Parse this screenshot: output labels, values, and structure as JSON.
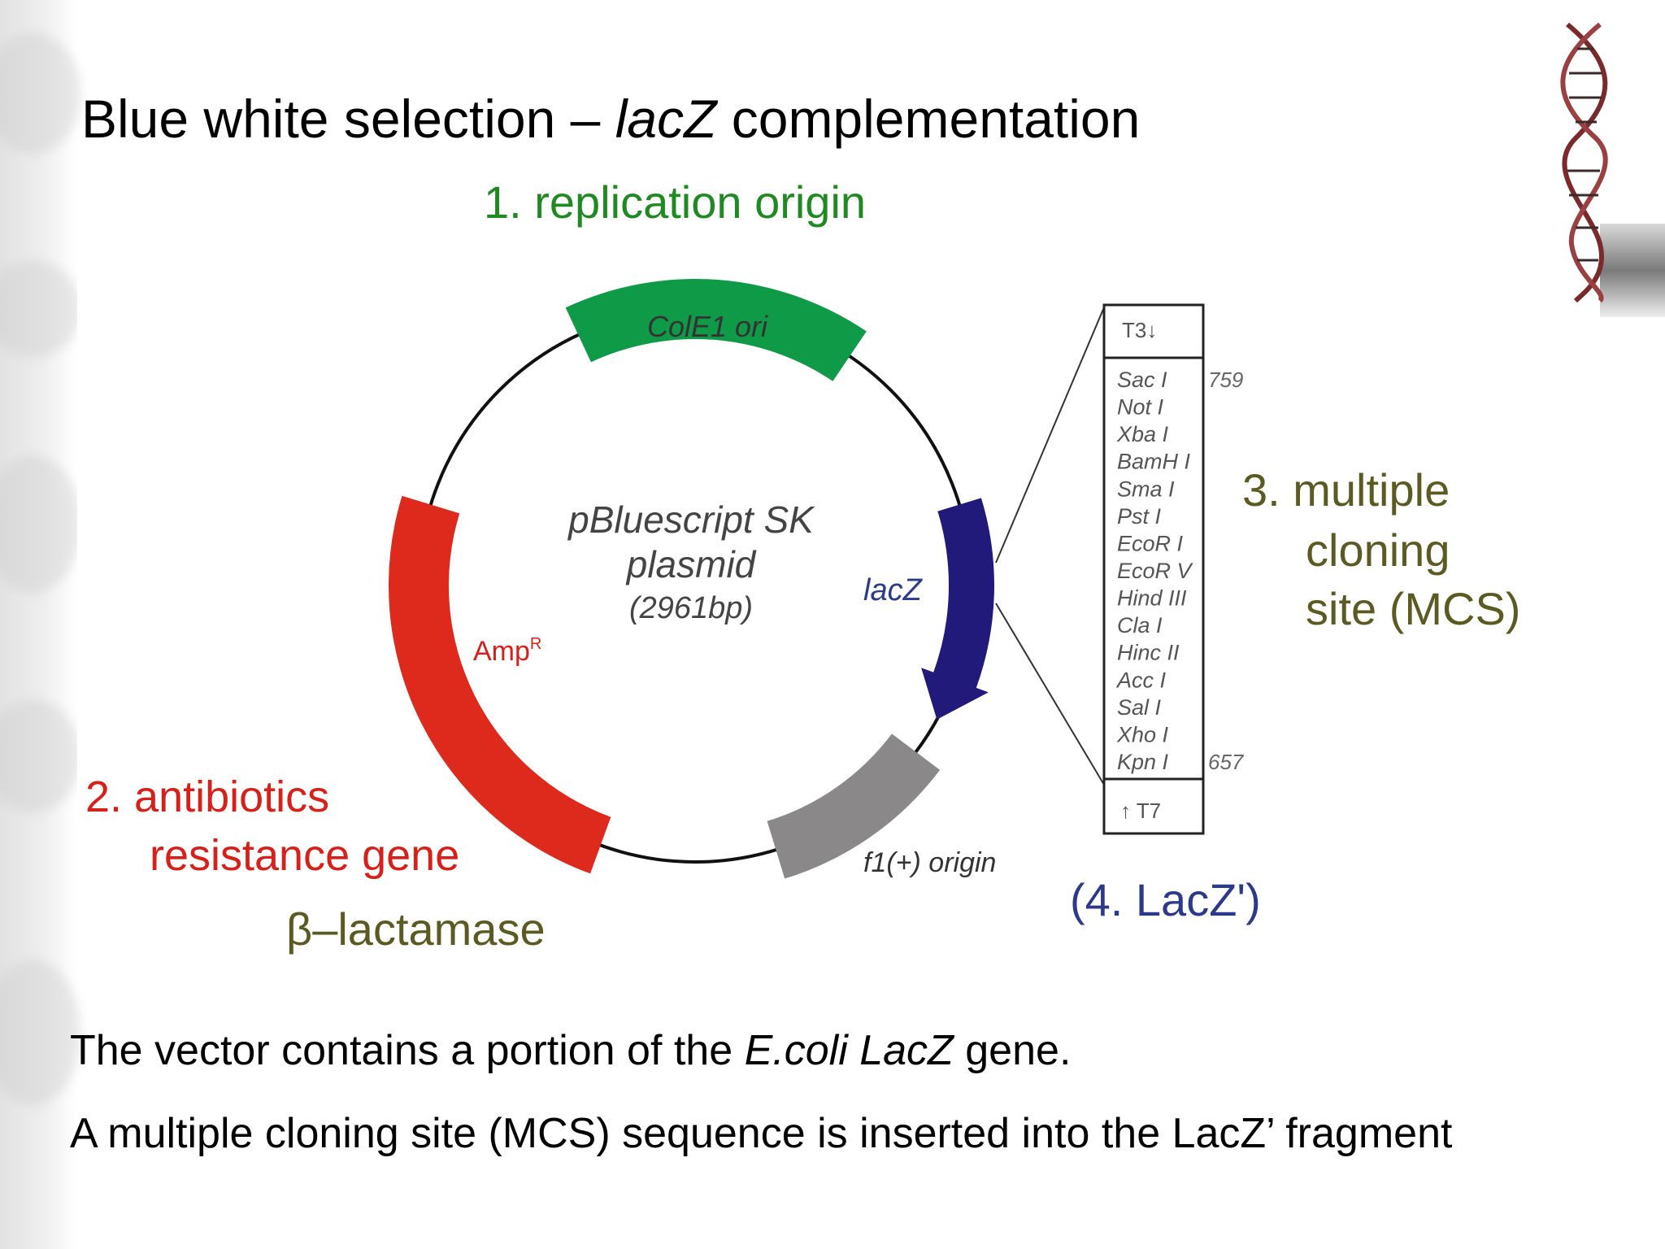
{
  "slide": {
    "title_prefix": "Blue white selection – ",
    "title_italic": "lacZ",
    "title_suffix": " complementation"
  },
  "diagram": {
    "label_replication": "1. replication origin",
    "label_antibiotic_line1": "2. antibiotics",
    "label_antibiotic_line2": "resistance gene",
    "label_lactamase": "β–lactamase",
    "label_mcs_line1": "3. multiple",
    "label_mcs_line2": "cloning",
    "label_mcs_line3": "site (MCS)",
    "label_lacz_prime": "(4. LacZ')",
    "plasmid_name_line1": "pBluescript SK",
    "plasmid_name_line2": "plasmid",
    "plasmid_size": "(2961bp)",
    "segment_ori": "ColE1 ori",
    "segment_amp": "Amp",
    "segment_amp_sup": "R",
    "segment_lacz": "lacZ",
    "segment_f1": "f1(+) origin",
    "mcs_top": "T3↓",
    "mcs_bottom": "↑ T7",
    "mcs_sites": [
      "Sac I",
      "Not I",
      "Xba I",
      "BamH I",
      "Sma I",
      "Pst I",
      "EcoR I",
      "EcoR V",
      "Hind III",
      "Cla I",
      "Hinc II",
      "Acc I",
      "Sal I",
      "Xho I",
      "Kpn I"
    ],
    "mcs_pos_top": "759",
    "mcs_pos_bottom": "657",
    "colors": {
      "ori": "#0f9a48",
      "amp": "#dd2a1c",
      "lacz": "#211a7a",
      "f1": "#8a8889",
      "green_label": "#1f8a22",
      "red_label": "#d8201a",
      "olive_label": "#5b5a22",
      "blue_label": "#2d3a8a"
    }
  },
  "text": {
    "line1_prefix": "The vector contains a portion of the ",
    "line1_italic": "E.coli LacZ",
    "line1_suffix": " gene.",
    "line2": "A multiple cloning site (MCS) sequence is inserted into the LacZ’ fragment"
  }
}
